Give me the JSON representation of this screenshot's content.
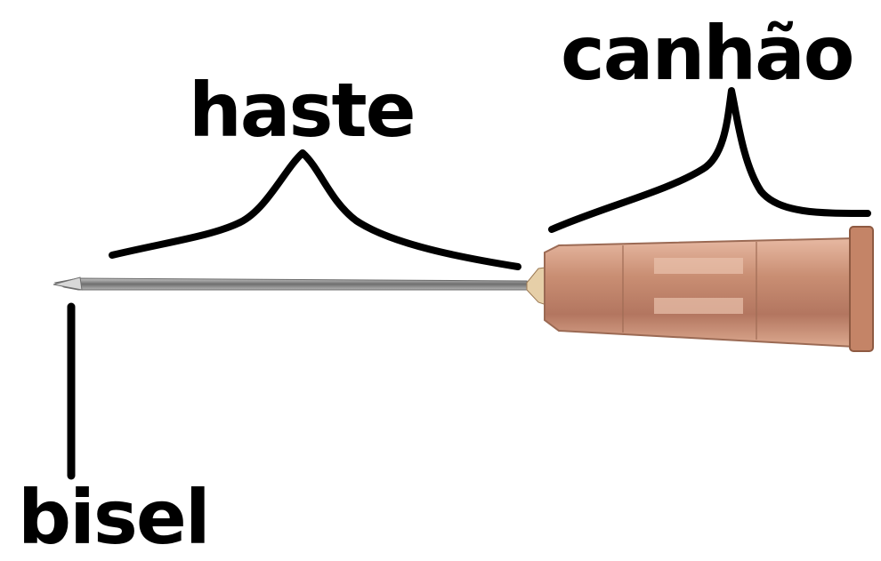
{
  "labels": {
    "canhao": "canhão",
    "haste": "haste",
    "bisel": "bisel"
  },
  "colors": {
    "hub": "#c98e73",
    "hub_dark": "#8a5a44",
    "needle": "#9a9a9a",
    "line": "#000000"
  }
}
